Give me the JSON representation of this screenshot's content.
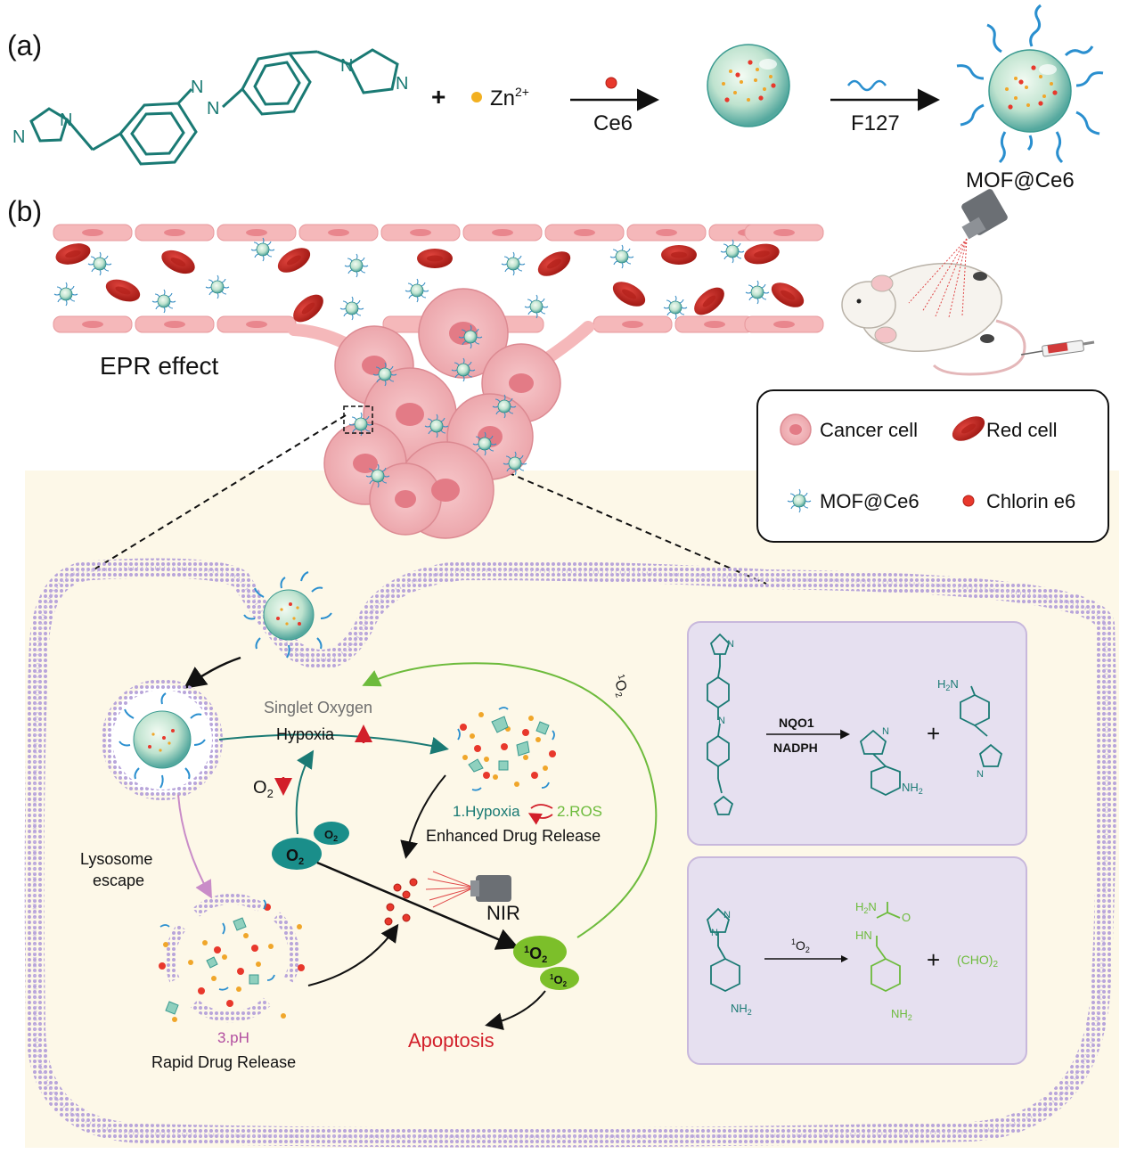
{
  "panel_a": {
    "label": "(a)",
    "plus": "+",
    "zn": "Zn",
    "zn_charge": "2+",
    "arrow1_label": "Ce6",
    "arrow2_label": "F127",
    "product_label": "MOF@Ce6",
    "azo_n": "N",
    "imid_n": "N"
  },
  "panel_b": {
    "label": "(b)",
    "epr_label": "EPR effect"
  },
  "legend": {
    "cancer_cell": "Cancer cell",
    "red_cell": "Red cell",
    "mof": "MOF@Ce6",
    "chlorin": "Chlorin e6"
  },
  "cell": {
    "singlet_oxygen": "Singlet Oxygen",
    "hypoxia_up": "Hypoxia",
    "o2_down_main": "O",
    "o2_sub": "2",
    "o2_big": "O",
    "o2_small": "O",
    "hypoxia_step": "1.Hypoxia",
    "ros_step": "2.ROS",
    "enhanced_release": "Enhanced Drug Release",
    "lysosome_escape_1": "Lysosome",
    "lysosome_escape_2": "escape",
    "ph_step": "3.pH",
    "rapid_release": "Rapid Drug Release",
    "nir": "NIR",
    "singlet_big": "O",
    "singlet_small": "O",
    "singlet_arc": "O",
    "singlet_sup": "1",
    "apoptosis": "Apoptosis"
  },
  "box1": {
    "reagent_top": "NQO1",
    "reagent_bottom": "NADPH",
    "plus": "+",
    "nh2": "NH",
    "nh2_sub": "2",
    "h2n": "H",
    "h2n_sub": "2",
    "h2n_n": "N",
    "n": "N"
  },
  "box2": {
    "reagent": "O",
    "reagent_sup": "1",
    "reagent_sub": "2",
    "plus": "+",
    "byproduct": "(CHO)",
    "byproduct_sub": "2",
    "nh2": "NH",
    "nh2_sub": "2",
    "h2n": "H",
    "h2n_sub": "2",
    "h2n_n": "N",
    "hn": "HN",
    "o": "O",
    "n": "N"
  },
  "colors": {
    "teal": "#1a7a74",
    "green": "#6dbb3c",
    "red": "#d21f2a",
    "magenta": "#b24ea0",
    "vessel_pink": "#f3b4b6",
    "cytoplasm": "#fdf8e8",
    "box_fill": "#e6e0f0",
    "membrane": "#a48fc8"
  }
}
